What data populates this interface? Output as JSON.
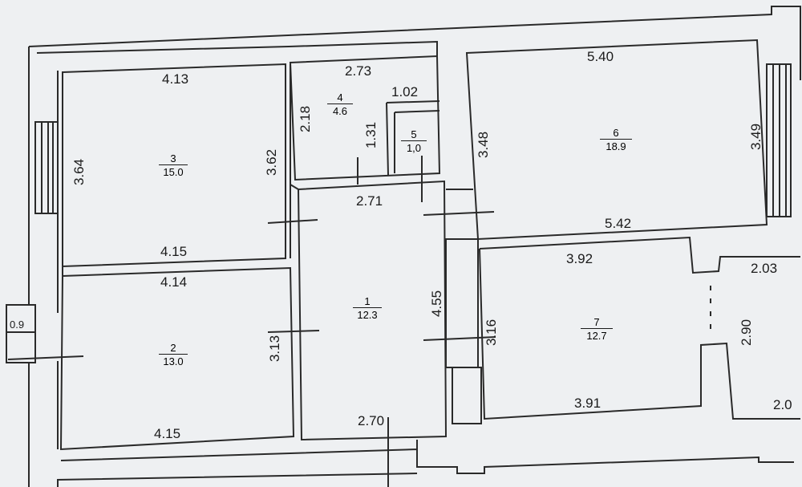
{
  "rooms": [
    {
      "id": "1",
      "area": "12.3"
    },
    {
      "id": "2",
      "area": "13.0"
    },
    {
      "id": "3",
      "area": "15.0"
    },
    {
      "id": "4",
      "area": "4.6"
    },
    {
      "id": "5",
      "area": "1,0"
    },
    {
      "id": "6",
      "area": "18.9"
    },
    {
      "id": "7",
      "area": "12.7"
    }
  ],
  "dimensions": {
    "r3_top": "4.13",
    "r3_left": "3.64",
    "r3_right": "3.62",
    "r3_bottom": "4.15",
    "r2_top": "4.14",
    "r2_right": "3.13",
    "r2_bottom": "4.15",
    "r4_top": "2.73",
    "r4_left": "2.18",
    "r4_mid": "1.31",
    "r5_top": "1.02",
    "r1_top": "2.71",
    "r1_right": "4.55",
    "r1_bottom": "2.70",
    "r6_top": "5.40",
    "r6_left": "3.48",
    "r6_right": "3.49",
    "r6_bottom": "5.42",
    "r7_top": "3.92",
    "r7_left": "3.16",
    "r7_bottom": "3.91",
    "r7_right": "2.90",
    "right_top": "2.03",
    "right_bottom": "2.0",
    "left_edge": "0.9"
  }
}
